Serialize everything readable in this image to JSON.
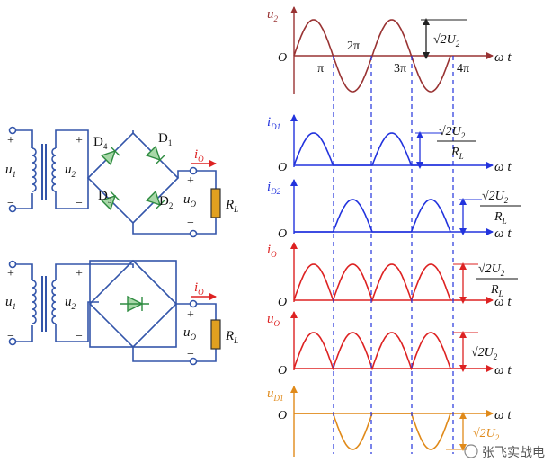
{
  "colors": {
    "circuit": "#3355aa",
    "diode": "#2e8b40",
    "diode_fill": "#a8d8a8",
    "current_arrow": "#dd2222",
    "resistor": "#e0a020",
    "u2_wave": "#993333",
    "id_wave": "#2233dd",
    "io_wave": "#dd2222",
    "ud_wave": "#e08a1a"
  },
  "circuit1": {
    "u1": "u",
    "u1_sub": "1",
    "u2": "u",
    "u2_sub": "2",
    "d1": "D",
    "d1_sub": "1",
    "d2": "D",
    "d2_sub": "2",
    "d3": "D",
    "d3_sub": "3",
    "d4": "D",
    "d4_sub": "4",
    "io": "i",
    "io_sub": "O",
    "uo": "u",
    "uo_sub": "O",
    "rl": "R",
    "rl_sub": "L",
    "plus": "+",
    "minus": "−"
  },
  "circuit2": {
    "u1": "u",
    "u1_sub": "1",
    "u2": "u",
    "u2_sub": "2",
    "io": "i",
    "io_sub": "O",
    "uo": "u",
    "uo_sub": "O",
    "rl": "R",
    "rl_sub": "L",
    "plus": "+",
    "minus": "−"
  },
  "plots": {
    "u2": {
      "ylabel": "u",
      "ylabel_sub": "2",
      "amp": "√2U",
      "amp_sub": "2"
    },
    "id1": {
      "ylabel": "i",
      "ylabel_sub": "D1",
      "amp_num": "√2U",
      "amp_num_sub": "2",
      "amp_den": "R",
      "amp_den_sub": "L"
    },
    "id2": {
      "ylabel": "i",
      "ylabel_sub": "D2",
      "amp_num": "√2U",
      "amp_num_sub": "2",
      "amp_den": "R",
      "amp_den_sub": "L"
    },
    "io": {
      "ylabel": "i",
      "ylabel_sub": "O",
      "amp_num": "√2U",
      "amp_num_sub": "2",
      "amp_den": "R",
      "amp_den_sub": "L"
    },
    "uo": {
      "ylabel": "u",
      "ylabel_sub": "O",
      "amp": "√2U",
      "amp_sub": "2"
    },
    "ud1": {
      "ylabel": "u",
      "ylabel_sub": "D1",
      "amp": "√2U",
      "amp_sub": "2"
    },
    "origin": "O",
    "xaxis": "ω t",
    "ticks": [
      "π",
      "2π",
      "3π",
      "4π"
    ]
  },
  "watermark": "张飞实战电"
}
